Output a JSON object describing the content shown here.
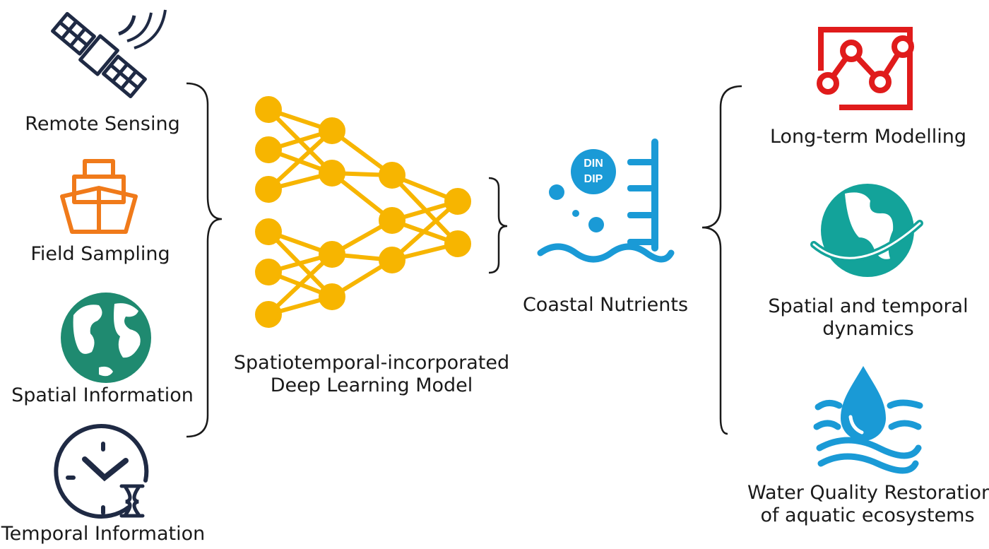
{
  "inputs": {
    "remote_sensing": "Remote Sensing",
    "field_sampling": "Field Sampling",
    "spatial_information": "Spatial Information",
    "temporal_information": "Temporal Information"
  },
  "model": {
    "line1": "Spatiotemporal-incorporated",
    "line2": "Deep Learning Model"
  },
  "nutrients": {
    "label": "Coastal Nutrients",
    "din": "DIN",
    "dip": "DIP"
  },
  "outputs": {
    "long_term": "Long-term Modelling",
    "spatial_temporal_line1": "Spatial and temporal",
    "spatial_temporal_line2": "dynamics",
    "water_quality_line1": "Water Quality Restoration",
    "water_quality_line2": "of aquatic ecosystems"
  },
  "colors": {
    "dark_icon": "#1f2a44",
    "ship": "#f07a1a",
    "globe": "#1f8a70",
    "network": "#f7b500",
    "nutrients": "#1a9ad6",
    "chart": "#e01b1b",
    "earth": "#13a39a",
    "water": "#1a9ad6"
  },
  "icons": {
    "satellite": "satellite-icon",
    "ship": "ship-icon",
    "globe": "globe-icon",
    "clock": "clock-hourglass-icon",
    "network": "neural-network-icon",
    "nutrients": "nutrient-gauge-icon",
    "chart": "line-chart-icon",
    "earth": "earth-orbit-icon",
    "water": "water-drop-icon"
  }
}
